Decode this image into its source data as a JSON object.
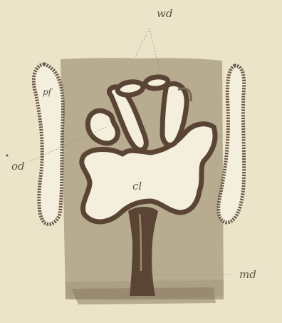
{
  "labels": {
    "wd": "wd",
    "pf": "pf",
    "od": "od",
    "cl": "cl",
    "md": "md"
  },
  "colors": {
    "paper": "#ece4c9",
    "tissue": "#b8ac90",
    "tissue_lower": "#a99c80",
    "wall": "#5a4535",
    "lumen": "#f4efdd",
    "leader": "#8c8474"
  }
}
